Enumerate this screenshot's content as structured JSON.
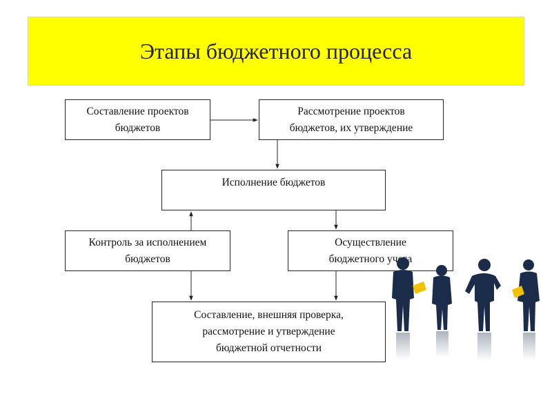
{
  "title": "Этапы бюджетного процесса",
  "nodes": {
    "compose": [
      "Составление проектов",
      "бюджетов"
    ],
    "review": [
      "Рассмотрение проектов",
      "бюджетов, их утверждение"
    ],
    "execution": [
      "Исполнение бюджетов"
    ],
    "control": [
      "Контроль за исполнением",
      "бюджетов"
    ],
    "accounting": [
      "Осуществление",
      "бюджетного учета"
    ],
    "reporting": [
      "Составление, внешняя проверка,",
      "рассмотрение и утверждение",
      "бюджетной отчетности"
    ]
  },
  "edges": [
    [
      "compose",
      "review"
    ],
    [
      "review",
      "execution"
    ],
    [
      "execution",
      "accounting"
    ],
    [
      "control",
      "execution"
    ],
    [
      "control",
      "reporting"
    ],
    [
      "accounting",
      "reporting"
    ]
  ],
  "colors": {
    "banner": "#ffff00",
    "figures": "#1b2b4a",
    "folder": "#f2c200"
  },
  "illustration": "business-people-silhouettes-icon"
}
